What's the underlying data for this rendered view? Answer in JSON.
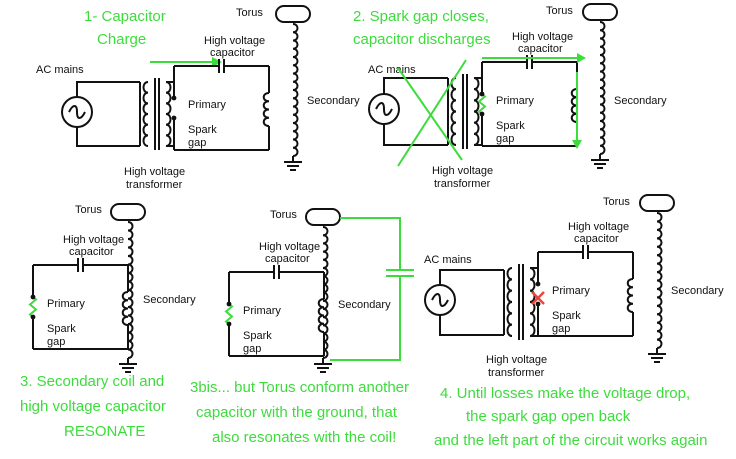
{
  "labels": {
    "torus": "Torus",
    "ac_mains": "AC mains",
    "hv_cap_1": "High voltage",
    "hv_cap_2": "capacitor",
    "primary": "Primary",
    "secondary": "Secondary",
    "spark_1": "Spark",
    "spark_2": "gap",
    "hv_tr_1": "High voltage",
    "hv_tr_2": "transformer"
  },
  "captions": {
    "step1": [
      "1- Capacitor",
      "Charge"
    ],
    "step2": [
      "2. Spark gap closes,",
      "capacitor discharges"
    ],
    "step3": [
      "3. Secondary coil and",
      "high voltage capacitor",
      "RESONATE"
    ],
    "step3bis": [
      "3bis... but Torus conform another",
      "capacitor with the ground, that",
      "also resonates with the coil!"
    ],
    "step4": [
      "4. Until losses make the voltage drop,",
      "the spark gap open back",
      "and the left part of the circuit works again"
    ]
  },
  "colors": {
    "accent": "#3ddc3d",
    "cross": "#e8463c",
    "ink": "#111111"
  }
}
